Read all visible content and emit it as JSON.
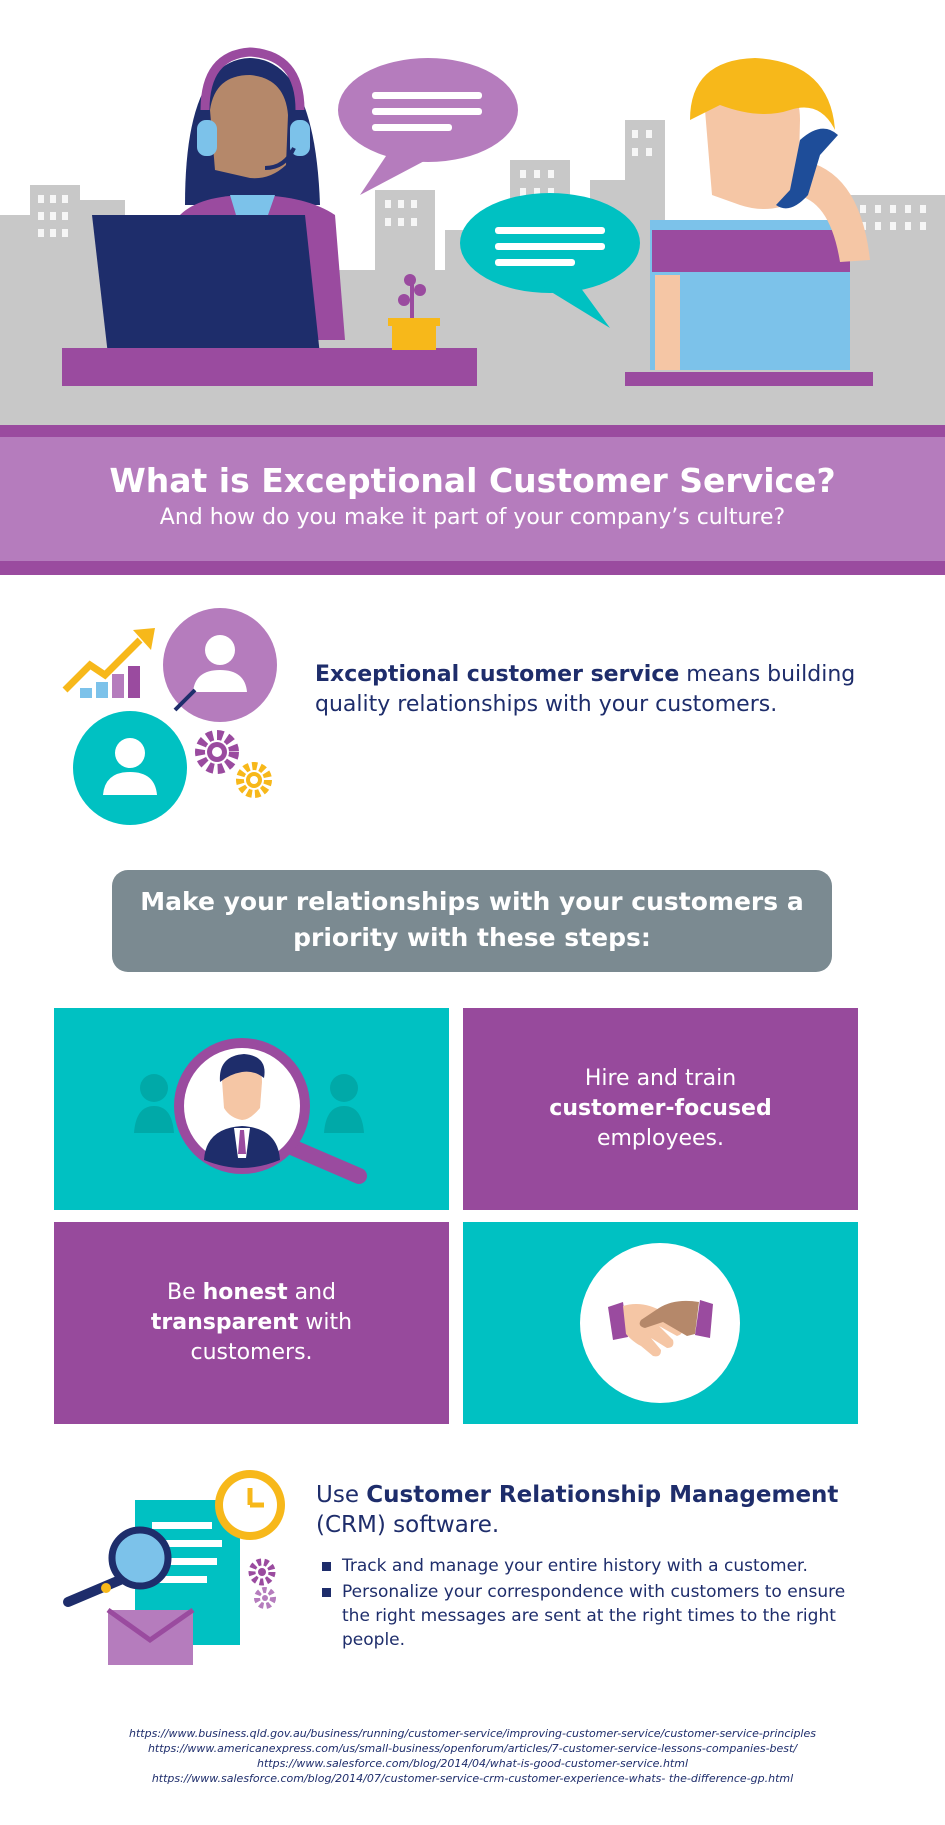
{
  "colors": {
    "purple": "#974a9c",
    "light_purple": "#b57cbd",
    "teal": "#00c1c2",
    "navy": "#1e2d6b",
    "gray": "#7b8a91",
    "yellow": "#f7b81a"
  },
  "banner": {
    "title": "What is Exceptional Customer Service?",
    "subtitle": "And how do you make it part of your company’s culture?"
  },
  "intro": {
    "bold": "Exceptional customer service",
    "rest_line1": " means building",
    "line2": "quality relationships with your customers."
  },
  "steps_heading": {
    "line1": "Make your relationships with your customers a",
    "line2": "priority with these steps:"
  },
  "tiles": {
    "hire": {
      "line1": "Hire and train",
      "bold": "customer-focused",
      "line3": "employees."
    },
    "honest": {
      "pre": "Be ",
      "bold1": "honest",
      "mid": " and",
      "bold2": "transparent",
      "post": " with",
      "line3": "customers."
    }
  },
  "crm": {
    "use": "Use ",
    "bold": "Customer Relationship Management",
    "line2": "(CRM) software.",
    "bullets": [
      "Track and manage your entire history with a customer.",
      "Personalize your correspondence with customers to ensure the right messages are sent at the right times to the right people."
    ]
  },
  "sources": [
    "https://www.business.qld.gov.au/business/running/customer-service/improving-customer-service/customer-service-principles",
    "https://www.americanexpress.com/us/small-business/openforum/articles/7-customer-service-lessons-companies-best/",
    "https://www.salesforce.com/blog/2014/04/what-is-good-customer-service.html",
    "https://www.salesforce.com/blog/2014/07/customer-service-crm-customer-experience-whats- the-difference-gp.html"
  ],
  "icons": {
    "hero": [
      "headset-agent-icon",
      "laptop-icon",
      "speech-bubble-icon",
      "phone-caller-icon",
      "city-skyline-icon",
      "potted-plant-icon"
    ],
    "intro": [
      "growth-chart-icon",
      "user-icon",
      "gear-icon"
    ],
    "tiles": [
      "magnifier-person-icon",
      "handshake-icon"
    ],
    "crm": [
      "document-icon",
      "clock-icon",
      "magnifier-icon",
      "envelope-icon",
      "gear-icon"
    ]
  }
}
